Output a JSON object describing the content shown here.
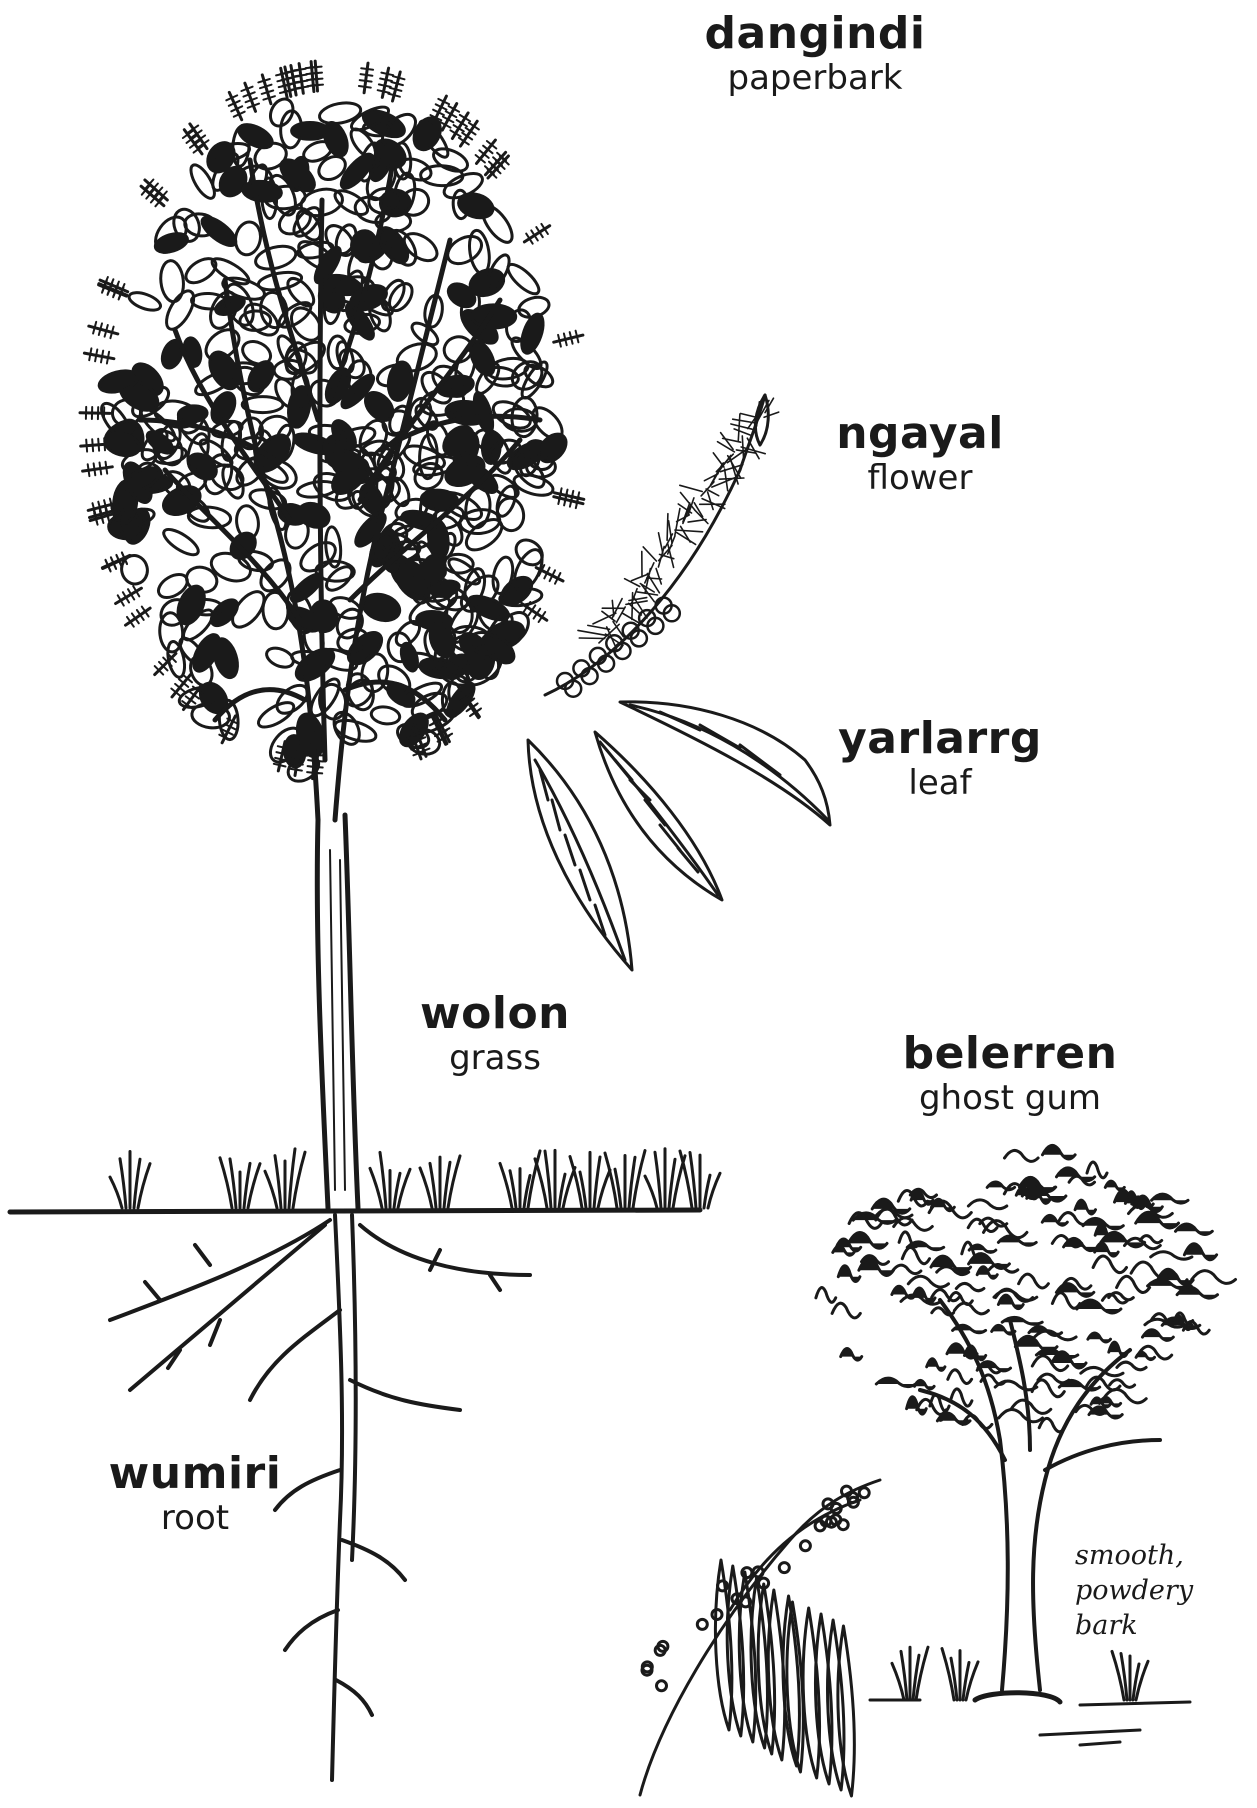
{
  "labels": {
    "paperbark": {
      "word": "dangindi",
      "gloss": "paperbark"
    },
    "flower": {
      "word": "ngayal",
      "gloss": "flower"
    },
    "leaf": {
      "word": "yarlarrg",
      "gloss": "leaf"
    },
    "grass": {
      "word": "wolon",
      "gloss": "grass"
    },
    "ghost_gum": {
      "word": "belerren",
      "gloss": "ghost gum"
    },
    "root": {
      "word": "wumiri",
      "gloss": "root"
    }
  },
  "bark_note": [
    "smooth,",
    "powdery",
    "bark"
  ],
  "colors": {
    "ink": "#1a1a1a",
    "paper": "#ffffff"
  }
}
